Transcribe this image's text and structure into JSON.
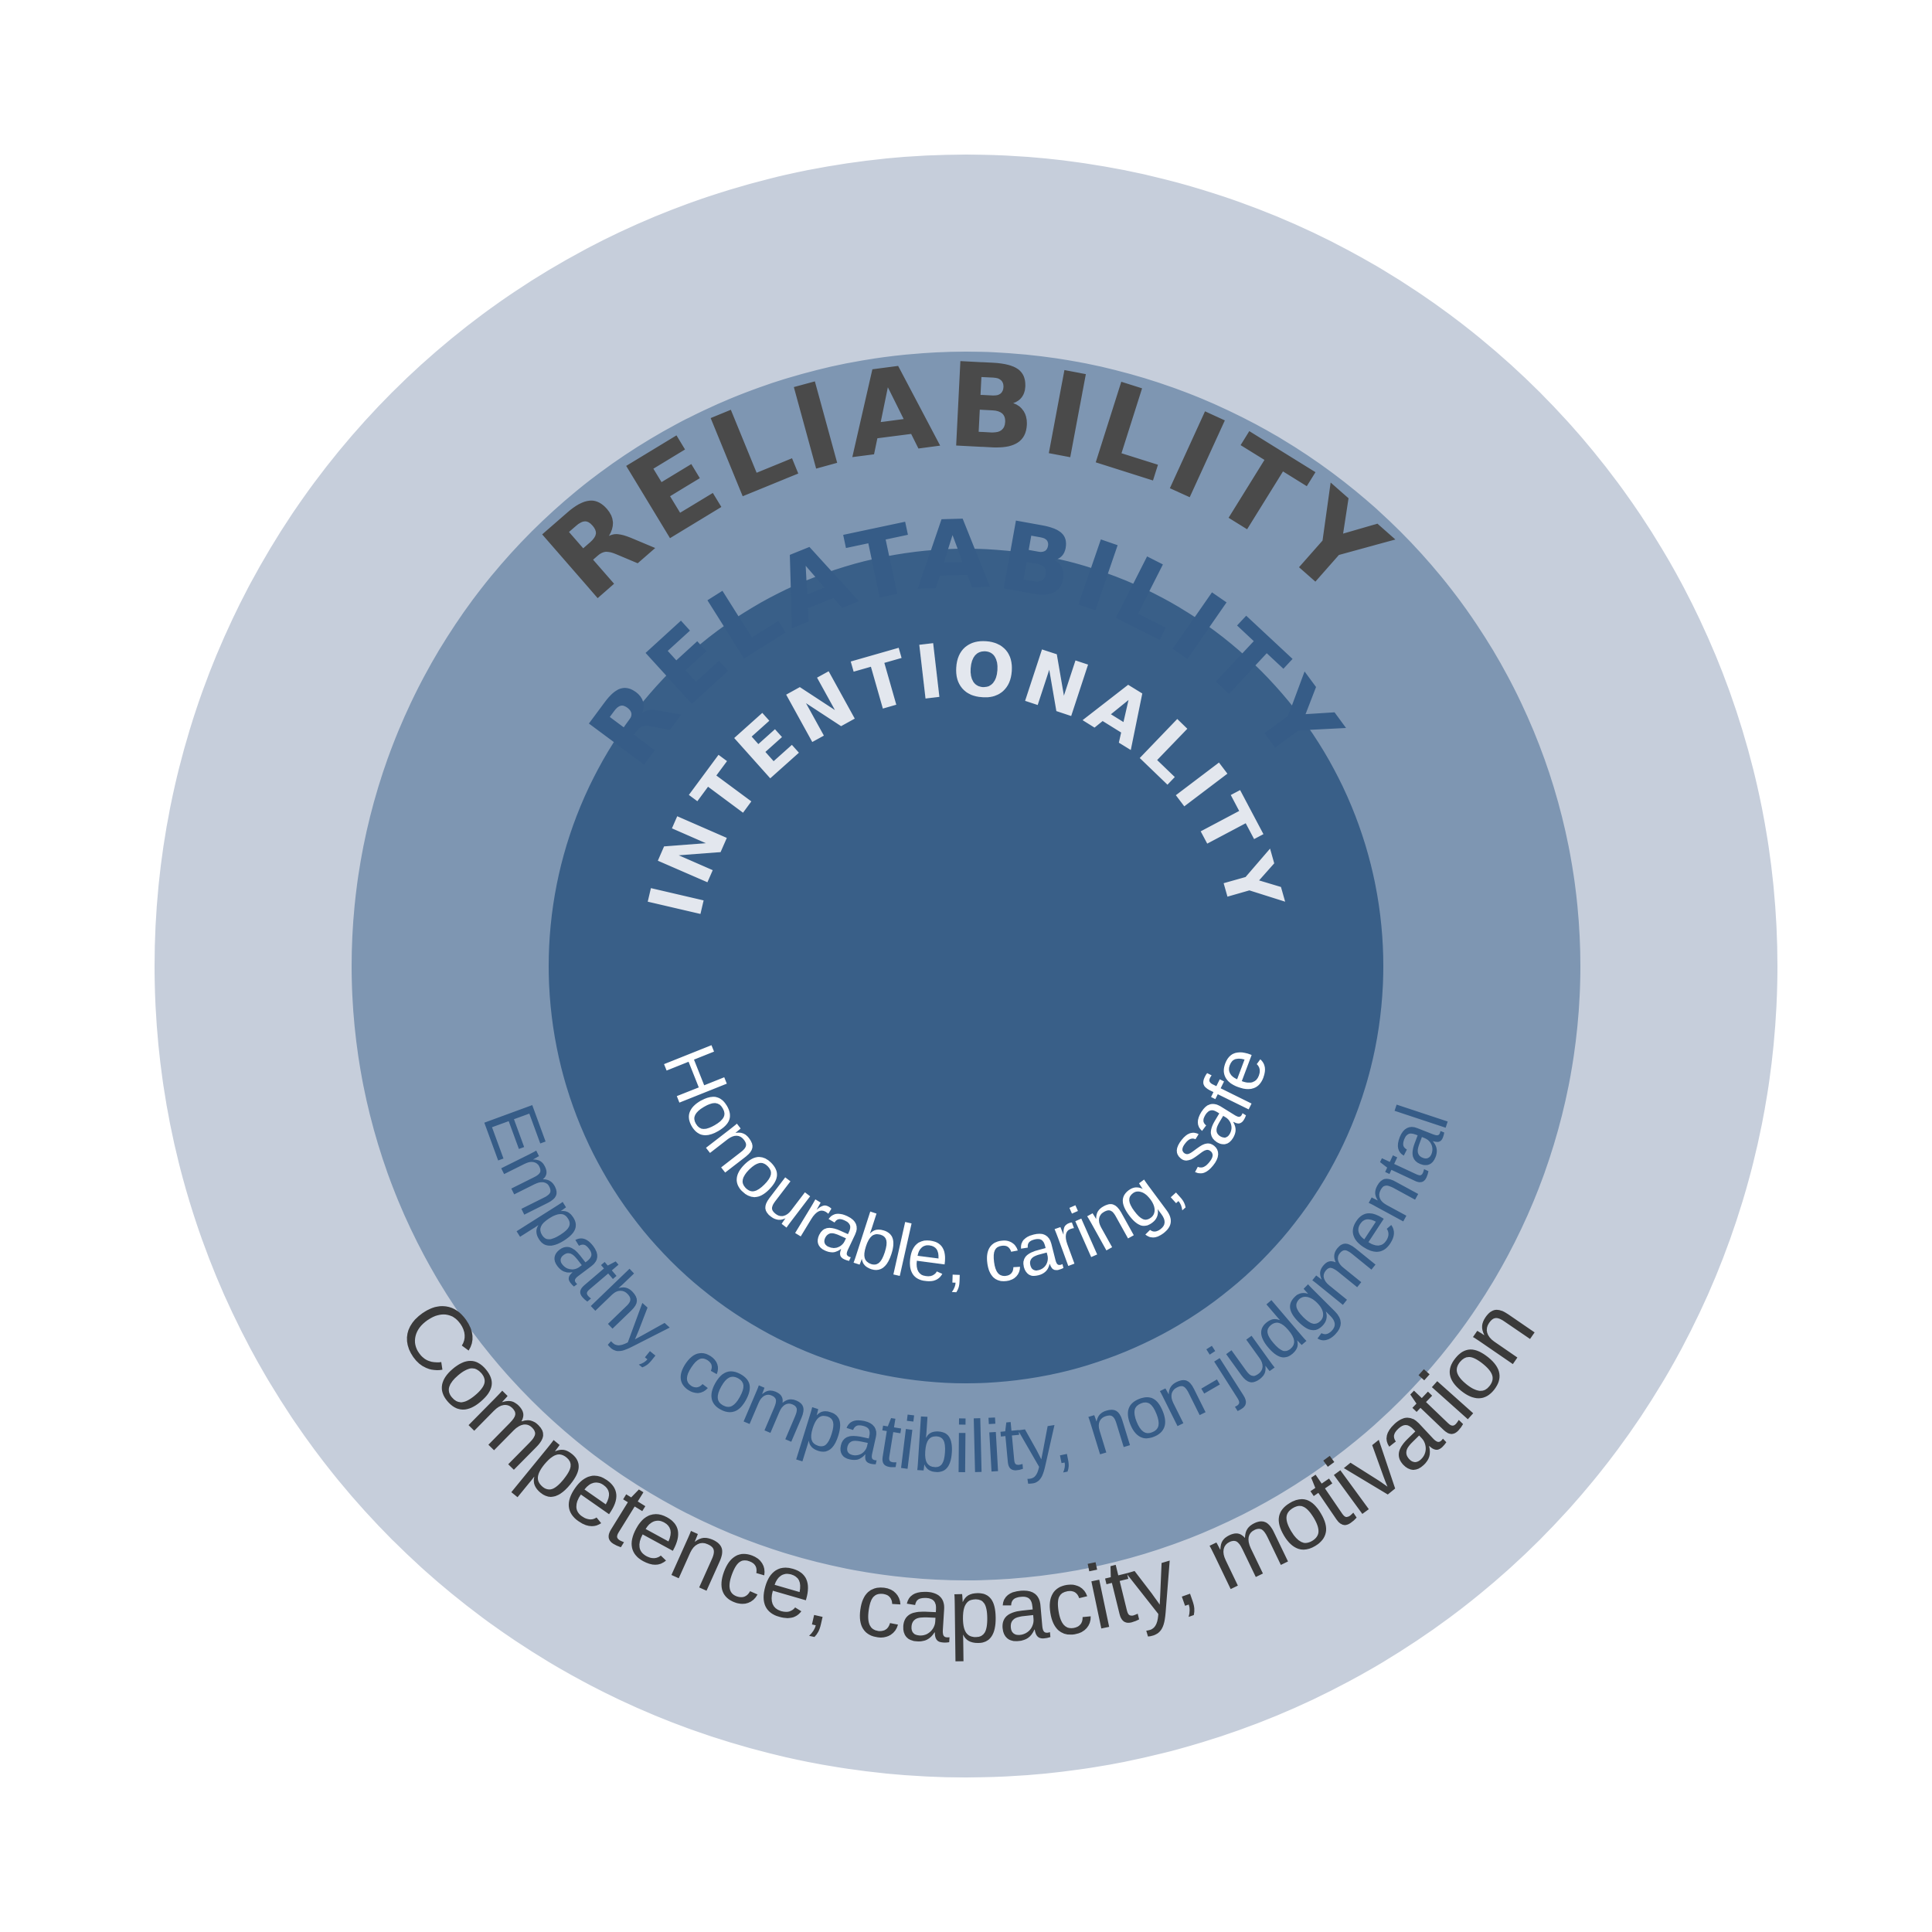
{
  "rings": {
    "outer": {
      "heading": "RELIABILITY",
      "caption": "Competence, capacity, motivation",
      "fill": "#C6CEDB",
      "heading_color": "#4A4A4A",
      "caption_color": "#3A3A3A"
    },
    "middle": {
      "heading": "RELATABILITY",
      "caption": "Empathy, compatibility, non-judgmental",
      "fill": "#7E96B2",
      "heading_color": "#365C87",
      "caption_color": "#365C87"
    },
    "inner": {
      "heading": "INTENTIONALITY",
      "caption": "Honourable, caring, safe",
      "fill": "#395F88",
      "heading_color": "#E3E7EE",
      "caption_color": "#FFFFFF"
    }
  }
}
